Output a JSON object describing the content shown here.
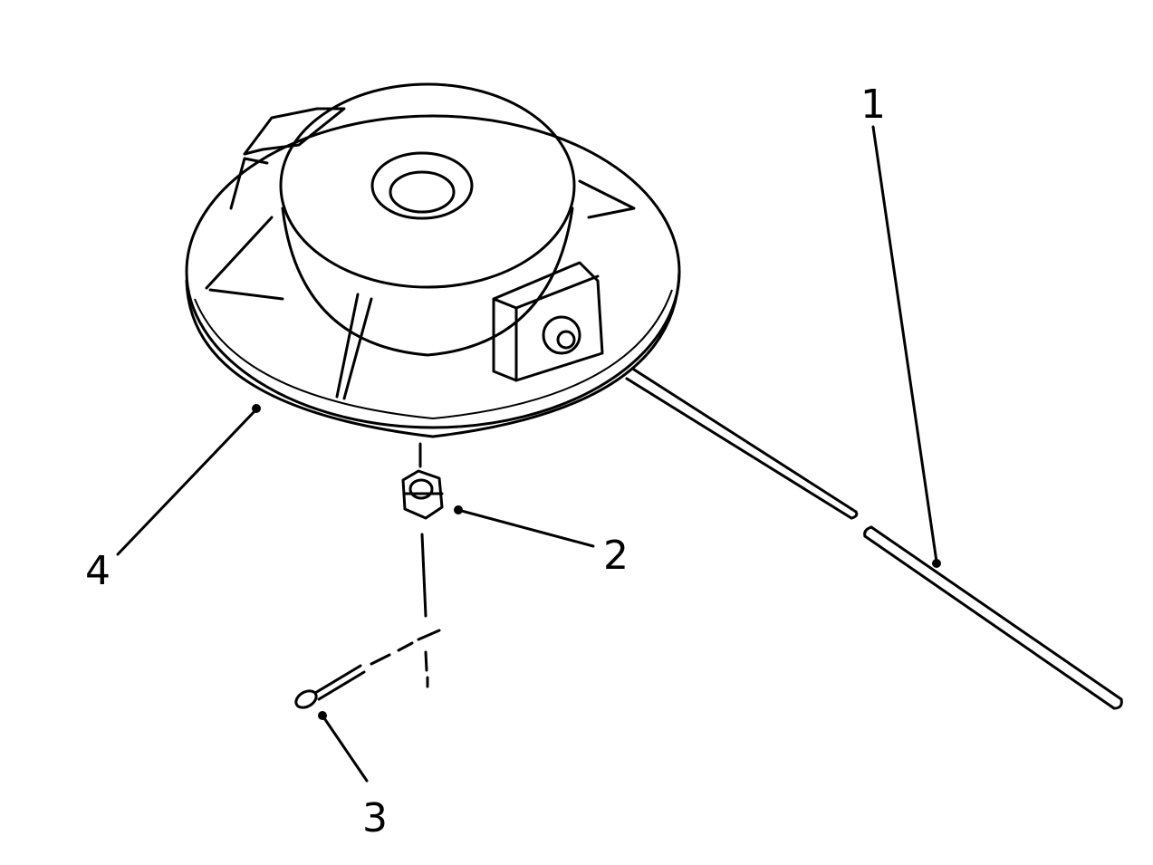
{
  "diagram": {
    "callouts": [
      {
        "number": "1",
        "part": "rod"
      },
      {
        "number": "2",
        "part": "nut"
      },
      {
        "number": "3",
        "part": "pin"
      },
      {
        "number": "4",
        "part": "head-housing"
      }
    ],
    "line_color": "#000000",
    "background": "#ffffff"
  }
}
